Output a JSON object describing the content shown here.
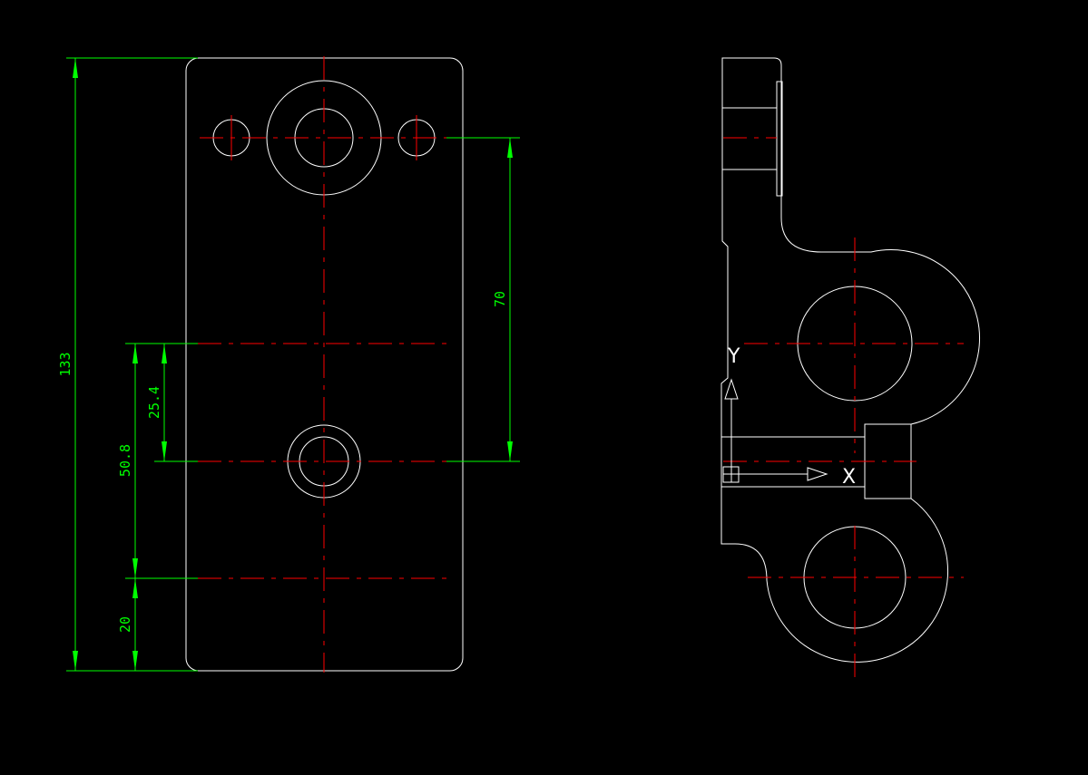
{
  "colors": {
    "background": "#000000",
    "object": "#ffffff",
    "centerline": "#ff0000",
    "dimension": "#00ff00"
  },
  "dimensions": {
    "overall_height": "133",
    "hole_spacing": "70",
    "offset_small": "25.4",
    "offset_large": "50.8",
    "bottom_offset": "20"
  },
  "ucs": {
    "x_label": "X",
    "y_label": "Y"
  }
}
